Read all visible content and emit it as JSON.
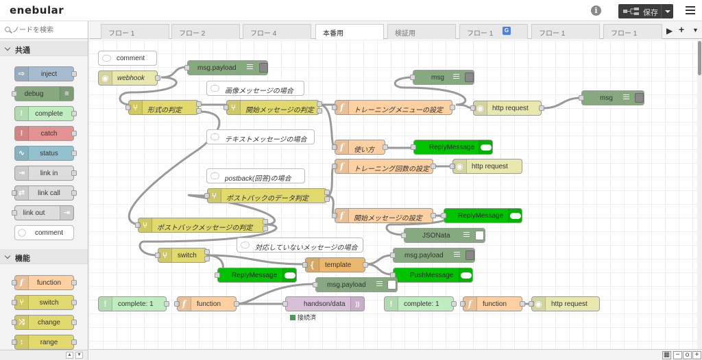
{
  "header": {
    "logo": "enebular",
    "save_label": "保存"
  },
  "palette": {
    "search_placeholder": "ノードを検索",
    "categories": [
      {
        "label": "共通",
        "items": [
          "inject",
          "debug",
          "complete",
          "catch",
          "status",
          "link in",
          "link call",
          "link out",
          "comment"
        ]
      },
      {
        "label": "機能",
        "items": [
          "function",
          "switch",
          "change",
          "range"
        ]
      }
    ]
  },
  "tabs": [
    "フロー 1",
    "フロー 2",
    "フロー 4",
    "本番用",
    "検証用",
    "フロー 1",
    "フロー 1",
    "フロー 1"
  ],
  "flow": {
    "nodes": [
      {
        "id": "comment1",
        "label": "comment"
      },
      {
        "id": "webhook",
        "label": "webhook"
      },
      {
        "id": "msgpayload1",
        "label": "msg.payload"
      },
      {
        "id": "c_image",
        "label": "画像メッセージの場合"
      },
      {
        "id": "keishiki",
        "label": "形式の判定"
      },
      {
        "id": "kaishi1",
        "label": "開始メッセージの判定"
      },
      {
        "id": "training_menu",
        "label": "トレーニングメニューの設定"
      },
      {
        "id": "msg1",
        "label": "msg"
      },
      {
        "id": "http1",
        "label": "http request"
      },
      {
        "id": "msg2",
        "label": "msg"
      },
      {
        "id": "c_text",
        "label": "テキストメッセージの場合"
      },
      {
        "id": "tsukaikata",
        "label": "使い方"
      },
      {
        "id": "reply1",
        "label": "ReplyMessage"
      },
      {
        "id": "training_count",
        "label": "トレーニング回数の設定"
      },
      {
        "id": "http2",
        "label": "http request"
      },
      {
        "id": "c_postback",
        "label": "postback(回答)の場合"
      },
      {
        "id": "postback_data",
        "label": "ポストバックのデータ判定"
      },
      {
        "id": "kaishi2",
        "label": "開始メッセージの設定"
      },
      {
        "id": "reply2",
        "label": "ReplyMessage"
      },
      {
        "id": "postback_msg",
        "label": "ポストバックメッセージの判定"
      },
      {
        "id": "jsonata",
        "label": "JSONata"
      },
      {
        "id": "c_unsupported",
        "label": "対応していないメッセージの場合"
      },
      {
        "id": "switch",
        "label": "switch"
      },
      {
        "id": "template",
        "label": "template"
      },
      {
        "id": "msgpayload2",
        "label": "msg.payload"
      },
      {
        "id": "reply3",
        "label": "ReplyMessage"
      },
      {
        "id": "push",
        "label": "PushMessage"
      },
      {
        "id": "msgpayload3",
        "label": "msg.payload"
      },
      {
        "id": "complete1",
        "label": "complete: 1"
      },
      {
        "id": "function1",
        "label": "function"
      },
      {
        "id": "handson",
        "label": "handson/data"
      },
      {
        "id": "complete2",
        "label": "complete: 1"
      },
      {
        "id": "function2",
        "label": "function"
      },
      {
        "id": "http3",
        "label": "http request"
      }
    ],
    "handson_status": "接続済"
  },
  "colors": {
    "inject": "#a6bbcf",
    "debug": "#87a980",
    "complete": "#c0edc0",
    "catch": "#e49191",
    "status": "#94c1d0",
    "link": "#dddddd",
    "function": "#fdd0a2",
    "switch": "#e2d96e",
    "template": "#ebb76f",
    "http": "#e7e7ae",
    "line": "#00c300",
    "handson": "#d8bfd8",
    "jsonata": "#87a980"
  }
}
